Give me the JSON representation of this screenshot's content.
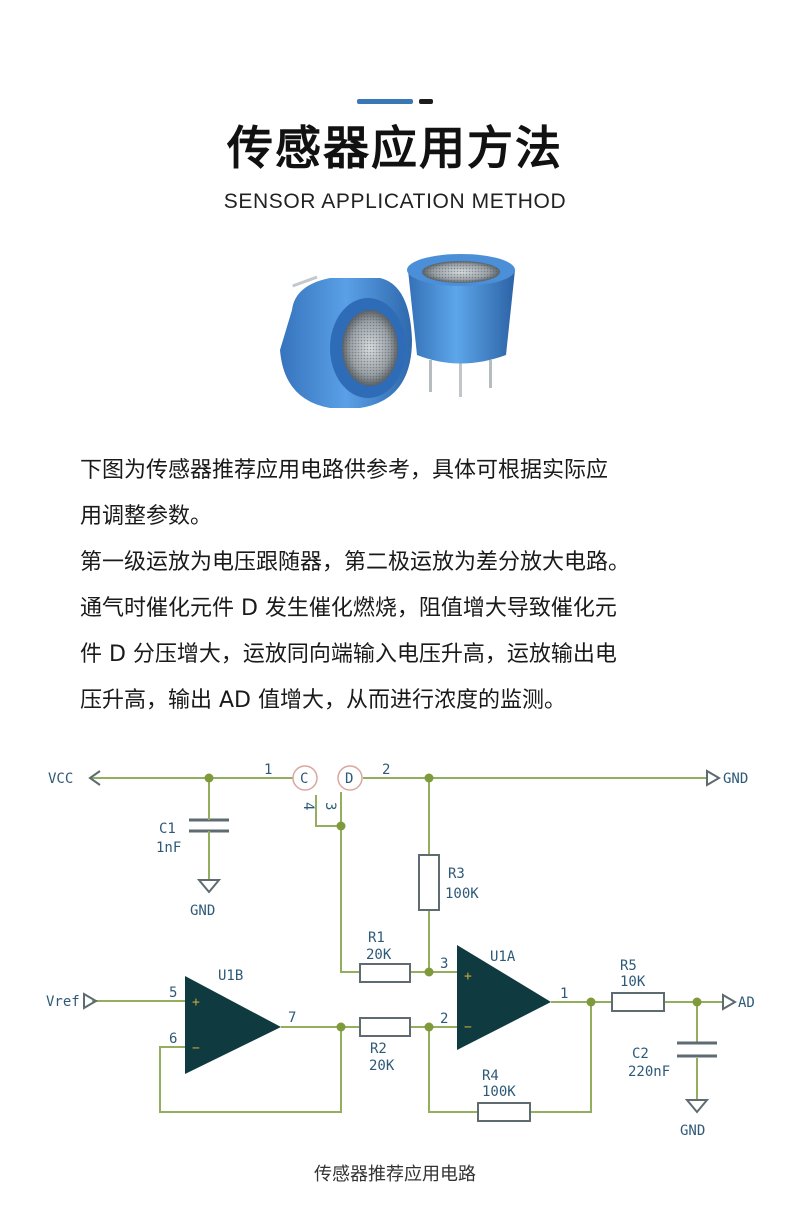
{
  "header": {
    "title": "传感器应用方法",
    "subtitle": "SENSOR APPLICATION METHOD"
  },
  "colors": {
    "accent_blue": "#3a78b5",
    "accent_dark": "#1c1c1c",
    "sensor_blue": "#3a80cf",
    "wire_green": "#94ae5f",
    "opamp_fill": "#0f3a3f"
  },
  "body": {
    "line1": "下图为传感器推荐应用电路供参考，具体可根据实际应",
    "line2": "用调整参数。",
    "line3": "第一级运放为电压跟随器，第二极运放为差分放大电路。",
    "line4": "通气时催化元件 D 发生催化燃烧，阻值增大导致催化元",
    "line5": "件 D 分压增大，运放同向端输入电压升高，运放输出电",
    "line6": "压升高，输出 AD 值增大，从而进行浓度的监测。"
  },
  "circuit": {
    "vcc": "VCC",
    "gnd": "GND",
    "vref": "Vref",
    "ad": "AD",
    "sensor_c": "C",
    "sensor_d": "D",
    "pin1": "1",
    "pin2": "2",
    "pin3": "3",
    "pin4": "4",
    "c1": "C1",
    "c1_val": "1nF",
    "c2": "C2",
    "c2_val": "220nF",
    "r1": "R1",
    "r1_val": "20K",
    "r2": "R2",
    "r2_val": "20K",
    "r3": "R3",
    "r3_val": "100K",
    "r4": "R4",
    "r4_val": "100K",
    "r5": "R5",
    "r5_val": "10K",
    "u1a": "U1A",
    "u1b": "U1B",
    "plus": "+",
    "minus": "−",
    "u1a_pin3": "3",
    "u1a_pin2": "2",
    "u1a_pin1": "1",
    "u1b_pin5": "5",
    "u1b_pin6": "6",
    "u1b_pin7": "7"
  },
  "caption": "传感器推荐应用电路"
}
